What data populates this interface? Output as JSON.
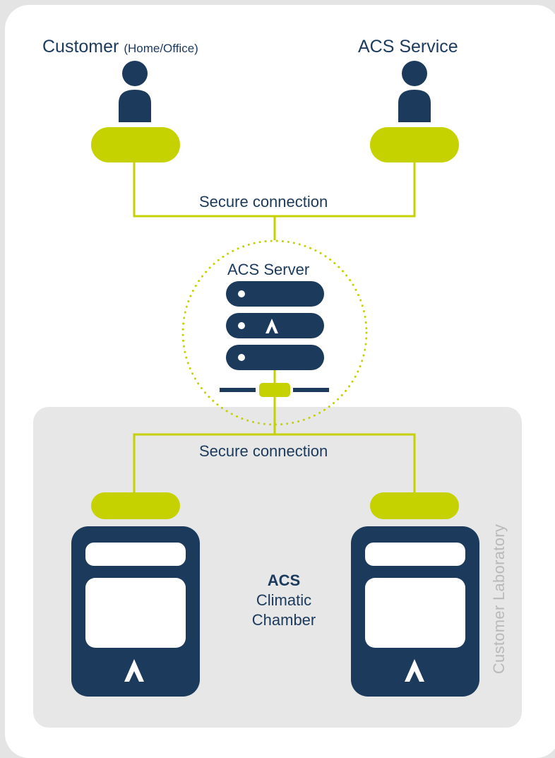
{
  "customer": {
    "label": "Customer",
    "sublabel": "(Home/Office)"
  },
  "service": {
    "label": "ACS Service"
  },
  "connections": {
    "top": "Secure connection",
    "bottom": "Secure connection"
  },
  "server": {
    "label": "ACS Server",
    "logo_letter": "A"
  },
  "chamber": {
    "brand": "ACS",
    "line1": "Climatic",
    "line2": "Chamber",
    "logo_letter": "A"
  },
  "lab": {
    "label": "Customer Laboratory"
  },
  "colors": {
    "navy": "#1b3a5c",
    "lime": "#c5d200",
    "background": "#e4e4e4",
    "lab_panel": "#e7e7e7",
    "lab_text": "#b9b9b9"
  },
  "icons": [
    "person-icon",
    "laptop-icon",
    "server-rack-icon",
    "network-switch-icon",
    "climatic-chamber-icon",
    "acs-logo-icon"
  ]
}
